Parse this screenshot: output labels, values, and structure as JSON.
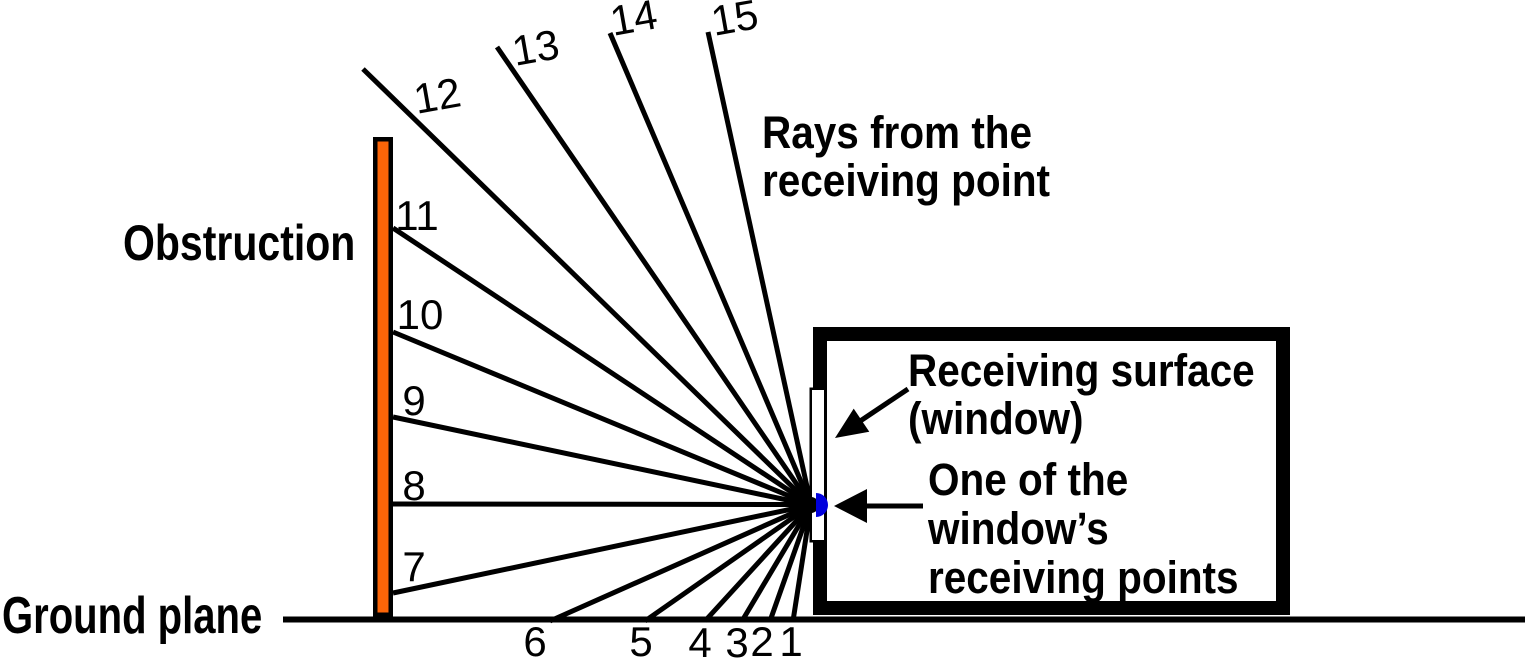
{
  "title": "Daylight ray-tracing diagram",
  "labels": {
    "obstruction": "Obstruction",
    "ground_plane": "Ground plane",
    "rays_title": "Rays from the\nreceiving point",
    "receiving_surface": "Receiving surface\n(window)",
    "receiving_point": "One of the\nwindow’s\nreceiving points"
  },
  "rays": [
    {
      "label": "1"
    },
    {
      "label": "2"
    },
    {
      "label": "3"
    },
    {
      "label": "4"
    },
    {
      "label": "5"
    },
    {
      "label": "6"
    },
    {
      "label": "7"
    },
    {
      "label": "8"
    },
    {
      "label": "9"
    },
    {
      "label": "10"
    },
    {
      "label": "11"
    },
    {
      "label": "12"
    },
    {
      "label": "13"
    },
    {
      "label": "14"
    },
    {
      "label": "15"
    }
  ],
  "colors": {
    "line": "#000000",
    "obstruction_fill": "#FB6508",
    "receiving_point_dot": "#0000DD",
    "background": "#FFFFFF"
  }
}
